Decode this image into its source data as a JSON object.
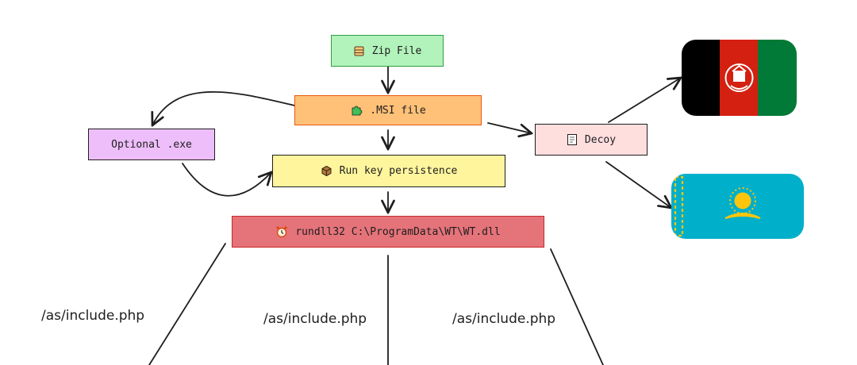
{
  "nodes": {
    "zip": {
      "label": "Zip File",
      "icon": "archive-icon",
      "fill": "#b2f2bb",
      "stroke": "#2f9e44"
    },
    "msi": {
      "label": ".MSI file",
      "icon": "puzzle-icon",
      "fill": "#ffc078",
      "stroke": "#e8590c"
    },
    "optional_exe": {
      "label": "Optional .exe",
      "fill": "#eebefa"
    },
    "decoy": {
      "label": "Decoy",
      "icon": "memo-icon",
      "fill": "#ffdede"
    },
    "runkey": {
      "label": "Run key persistence",
      "icon": "package-icon",
      "fill": "#fff59d"
    },
    "rundll": {
      "label": "rundll32 C:\\ProgramData\\WT\\WT.dll",
      "icon": "alarm-clock-icon",
      "fill": "#e5737a",
      "stroke": "#c92a2a"
    }
  },
  "flags": [
    {
      "name": "afghanistan-flag",
      "colors": [
        "#000000",
        "#d32011",
        "#007a36"
      ]
    },
    {
      "name": "kazakhstan-flag",
      "colors": [
        "#00afca",
        "#fec50c"
      ]
    }
  ],
  "path_labels": [
    "/as/include.php",
    "/as/include.php",
    "/as/include.php"
  ]
}
